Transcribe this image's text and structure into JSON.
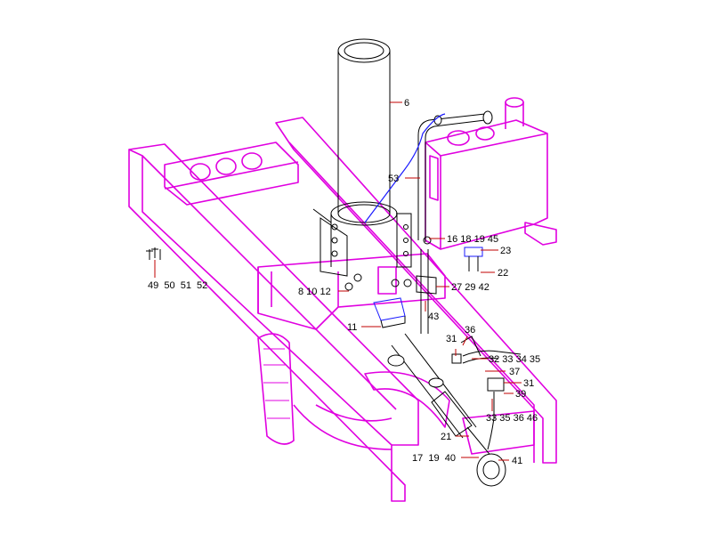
{
  "colors": {
    "frame": "#e000e0",
    "part": "#000000",
    "leader": "#c00000",
    "hose": "#1a1aff"
  },
  "callouts": {
    "c6": "6",
    "c53": "53",
    "c16_18_19_45": "16 18 19 45",
    "c23": "23",
    "c22": "22",
    "c27_29_42": "27 29 42",
    "c8_10_12": "8 10 12",
    "c43": "43",
    "c11": "11",
    "c49_50_51_52": "49  50  51  52",
    "c36": "36",
    "c31a": "31",
    "c32_33_34_35": "32 33 34 35",
    "c37": "37",
    "c31b": "31",
    "c39": "39",
    "c33_35_36_46": "33 35 36 46",
    "c21": "21",
    "c17_19_40": "17  19  40",
    "c41": "41"
  }
}
